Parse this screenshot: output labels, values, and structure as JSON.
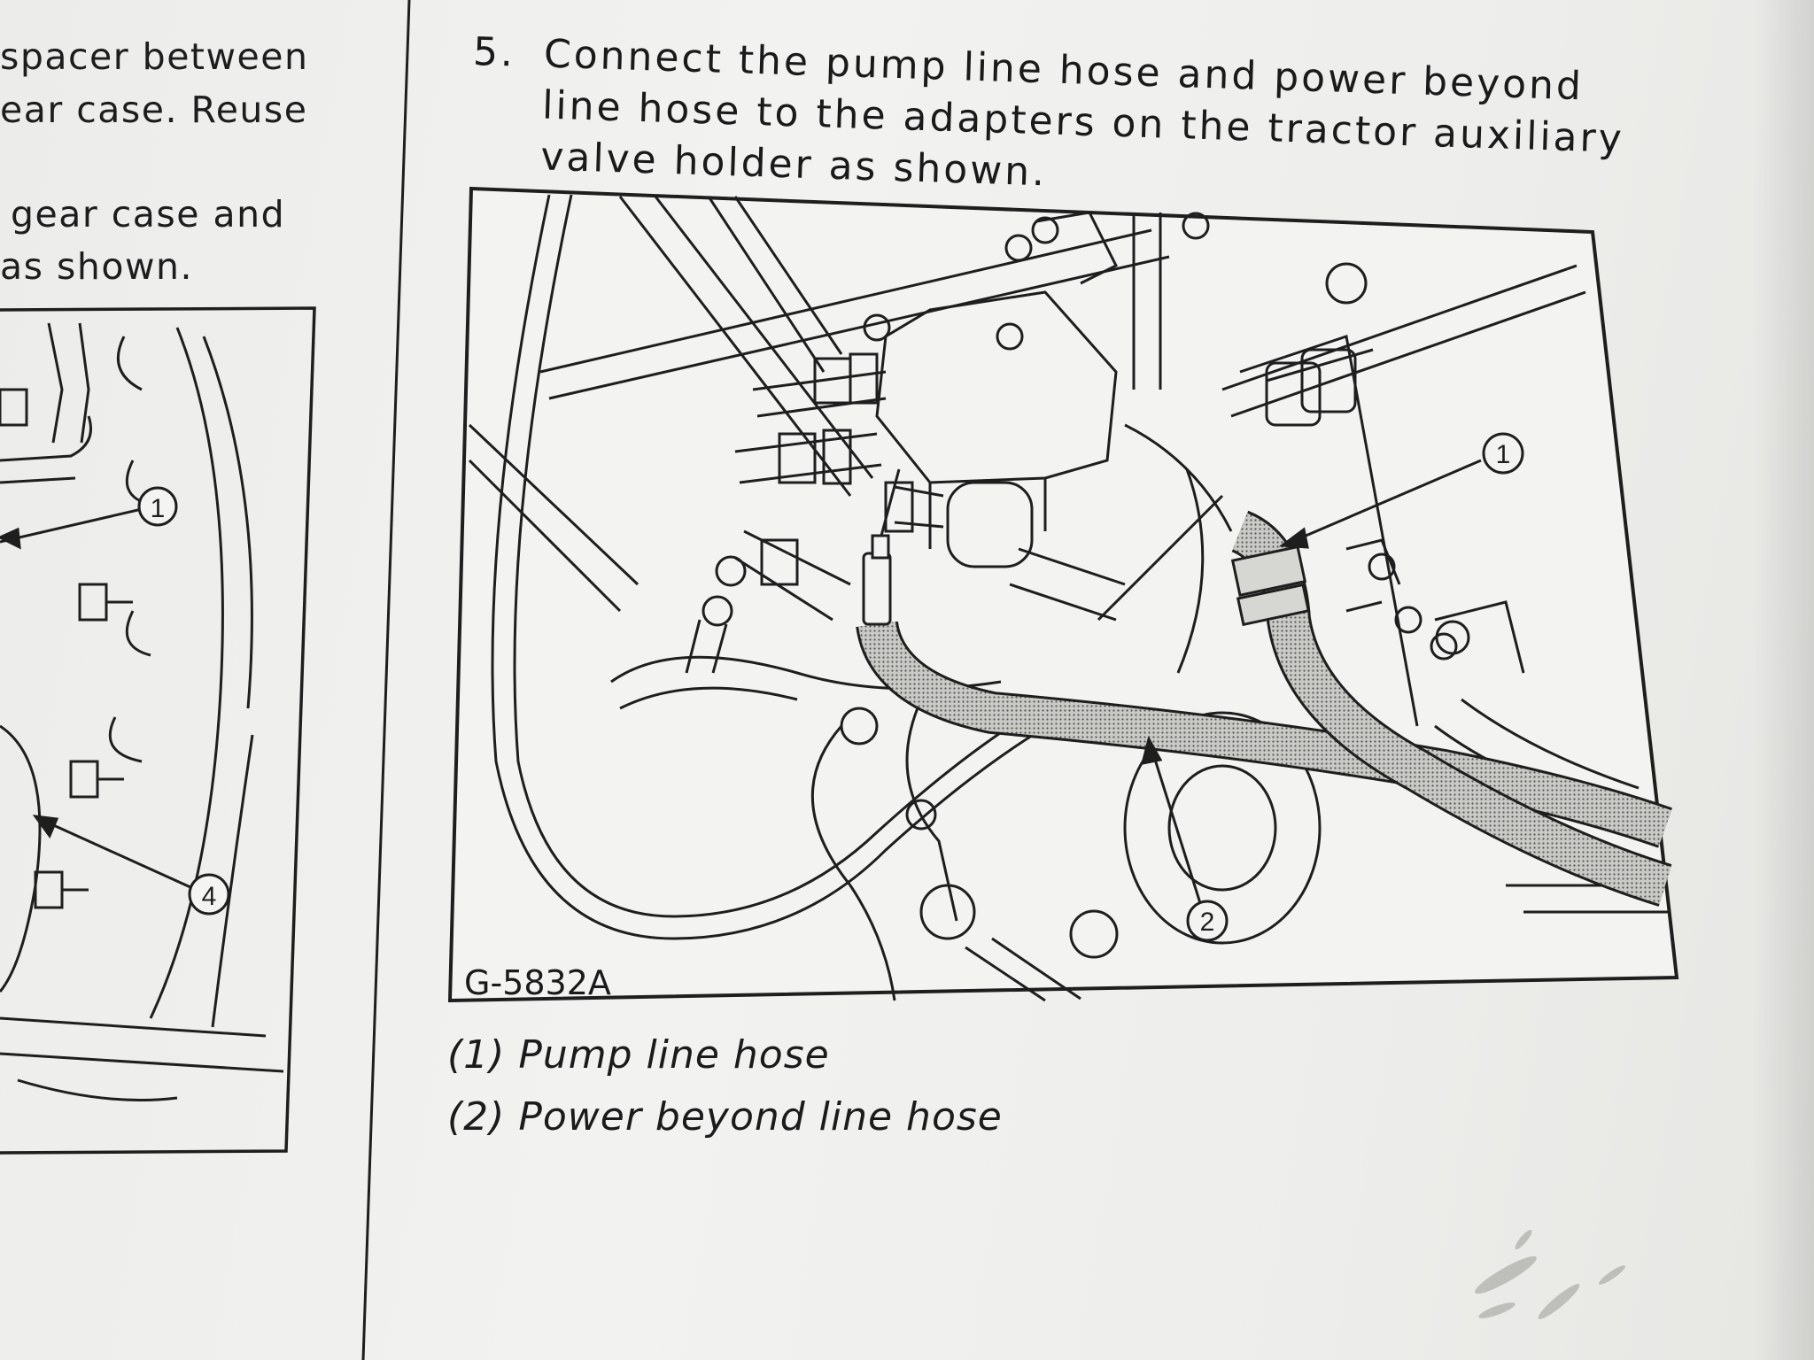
{
  "left_column": {
    "lines": [
      "spacer between",
      "ear case. Reuse",
      "gear case and",
      "as shown."
    ],
    "callouts": [
      "1",
      "4"
    ]
  },
  "step": {
    "number": "5.",
    "lines": [
      "Connect the pump line hose and power beyond",
      "line hose to the adapters  on the tractor auxiliary",
      "valve holder as shown."
    ]
  },
  "figure": {
    "code": "G-5832A",
    "callouts": [
      "1",
      "2"
    ]
  },
  "legend": [
    "(1) Pump line hose",
    "(2) Power beyond line hose"
  ]
}
